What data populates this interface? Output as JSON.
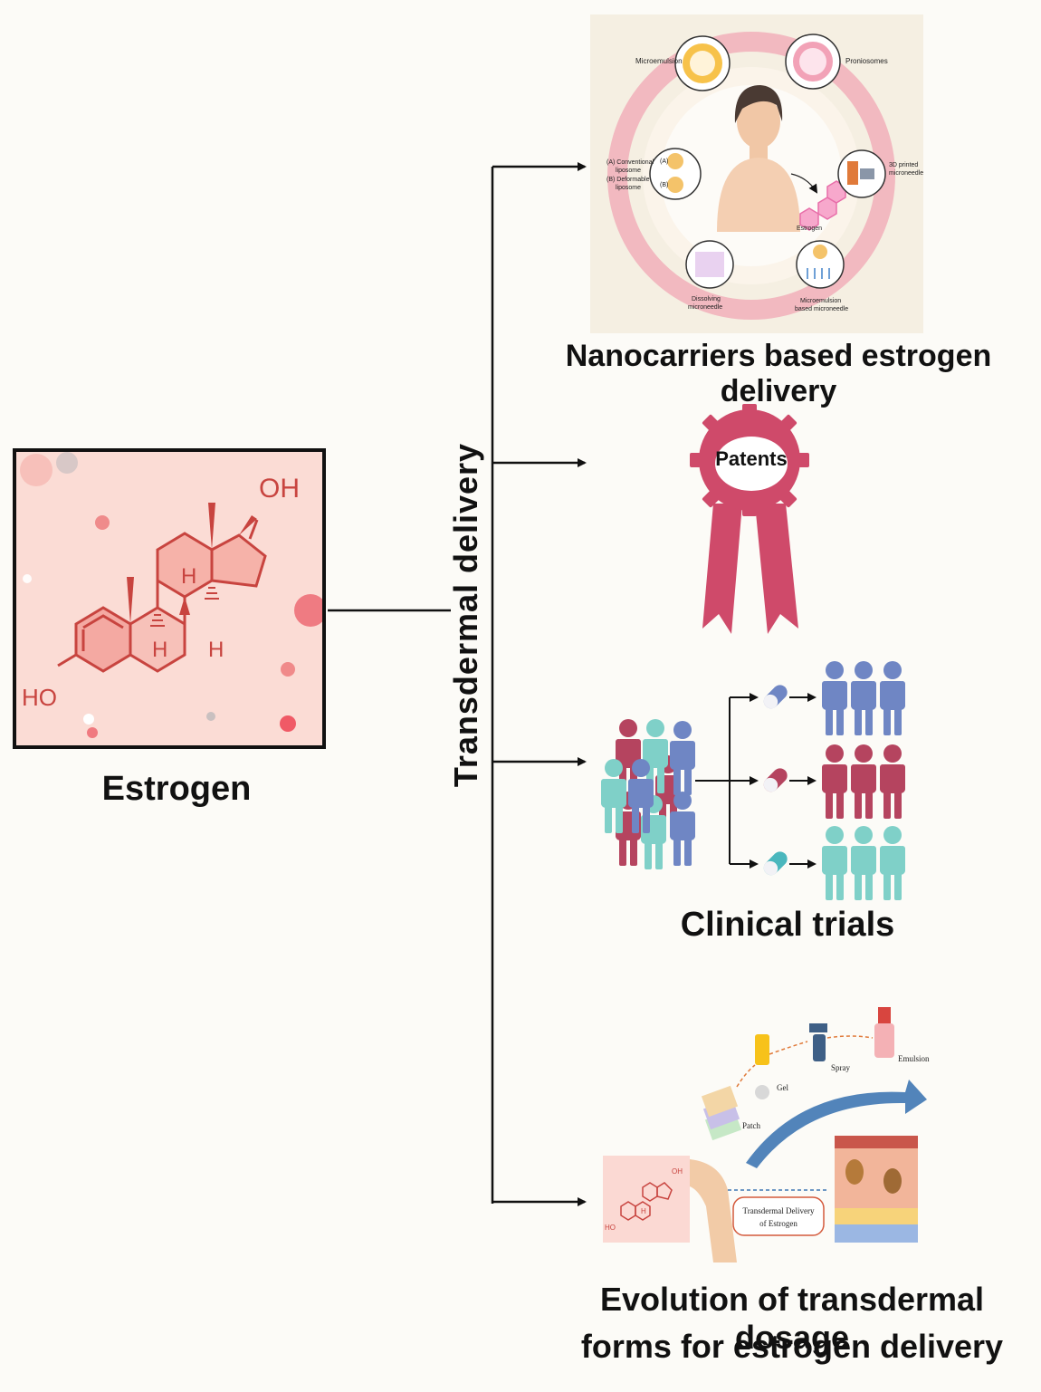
{
  "estrogen": {
    "caption": "Estrogen",
    "oh_label": "OH",
    "ho_label": "HO",
    "h_label": "H"
  },
  "axis_label": "Transdermal delivery",
  "nanocarriers": {
    "caption": "Nanocarriers based estrogen delivery",
    "microemulsion": "Microemulsion",
    "proniosomes": "Proniosomes",
    "liposome_a_line1": "(A) Conventional",
    "liposome_a_line2": "liposome",
    "liposome_b_line1": "(B)  Deformable",
    "liposome_b_line2": "liposome",
    "mark_a": "(A)",
    "mark_b": "(B)",
    "printed_line1": "3D printed",
    "printed_line2": "microneedle",
    "estrogen_label": "Estrogen",
    "dissolving_line1": "Dissolving",
    "dissolving_line2": "microneedle",
    "microemulsion_mn_line1": "Microemulsion",
    "microemulsion_mn_line2": "based microneedle"
  },
  "patents": {
    "label": "Patents"
  },
  "clinical": {
    "caption": "Clinical trials"
  },
  "evolution": {
    "caption_line1": "Evolution of transdermal dosage",
    "caption_line2": "forms for estrogen delivery",
    "gel": "Gel",
    "spray": "Spray",
    "emulsion": "Emulsion",
    "patch": "Patch",
    "center_line1": "Transdermal Delivery",
    "center_line2": "of Estrogen",
    "oh_label": "OH",
    "ho_label": "HO",
    "h_label": "H"
  },
  "colors": {
    "pink_ring": "#f2b9c0",
    "ribbon": "#cf4a6a",
    "blue_person": "#6f86c4",
    "red_person": "#b5445f",
    "teal_person": "#7fd0c8",
    "mol_bg": "#fbd9d3",
    "mol_line": "#c8443f"
  }
}
